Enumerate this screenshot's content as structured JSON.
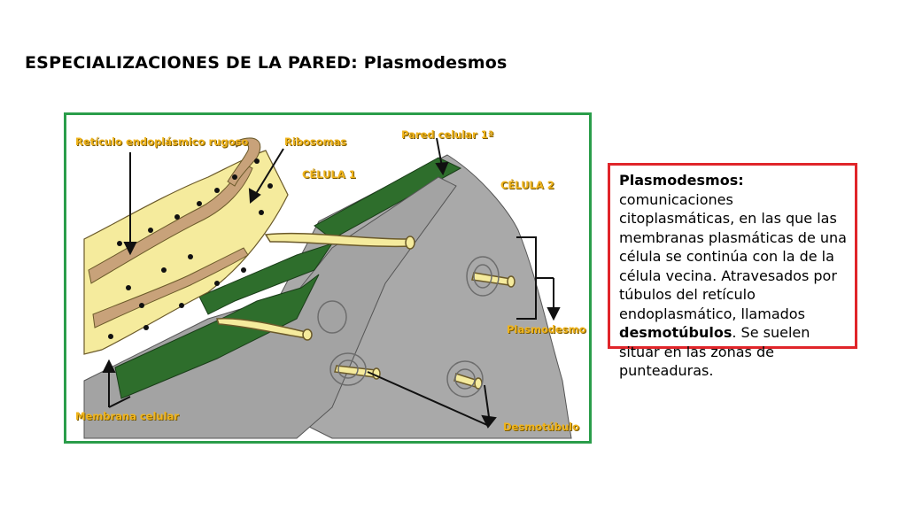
{
  "slide": {
    "title": "ESPECIALIZACIONES DE LA PARED: Plasmodesmos"
  },
  "figure": {
    "labels": {
      "reticulo": "Retículo endoplásmico rugoso",
      "ribosomas": "Ribosomas",
      "pared": "Pared celular 1ª",
      "celula1": "CÉLULA 1",
      "celula2": "CÉLULA 2",
      "plasmodesmo": "Plasmodesmo",
      "membrana": "Membrana celular",
      "desmotubulo": "Desmotúbulo"
    },
    "colors": {
      "frame": "#2a9d4a",
      "wall": "#2e6e2c",
      "cytoplasm": "#a9a9a9",
      "er": "#f5eb9d",
      "er_lumen": "#c8a27a",
      "label": "#f0b41c"
    }
  },
  "definition": {
    "term": "Plasmodesmos:",
    "text1": " comunicaciones citoplasmáticas, en las que las membranas plasmáticas de una célula se continúa con la de la célula vecina. Atravesados por túbulos del retículo endoplasmático, llamados ",
    "term2": "desmotúbulos",
    "text2": ". Se suelen situar en las zonas de punteaduras."
  }
}
